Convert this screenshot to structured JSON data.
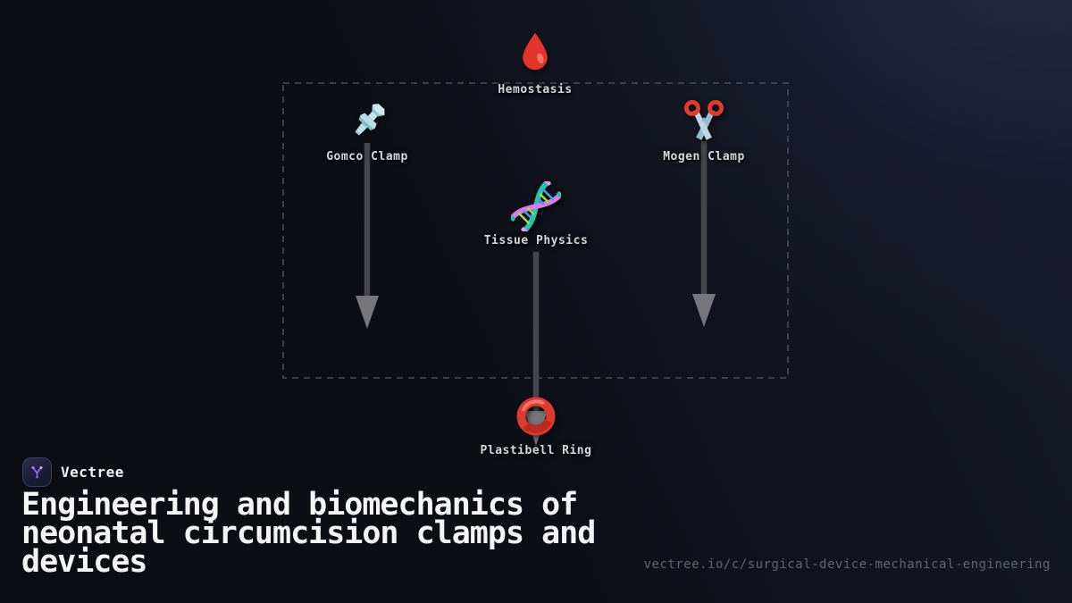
{
  "brand": {
    "name": "Vectree",
    "logo_icon": "vectree-branch-icon"
  },
  "title": "Engineering and biomechanics of neonatal circumcision clamps and devices",
  "url": "vectree.io/c/surgical-device-mechanical-engineering",
  "diagram": {
    "frame": "dashed-rectangle",
    "nodes": [
      {
        "id": "hemostasis",
        "label": "Hemostasis",
        "icon": "blood-drop-icon"
      },
      {
        "id": "gomco-clamp",
        "label": "Gomco Clamp",
        "icon": "nut-and-bolt-icon"
      },
      {
        "id": "mogen-clamp",
        "label": "Mogen Clamp",
        "icon": "scissors-icon"
      },
      {
        "id": "tissue-physics",
        "label": "Tissue Physics",
        "icon": "dna-icon"
      },
      {
        "id": "plastibell-ring",
        "label": "Plastibell Ring",
        "icon": "red-ring-icon"
      }
    ],
    "arrows": [
      {
        "from": "gomco-clamp",
        "direction": "down"
      },
      {
        "from": "mogen-clamp",
        "direction": "down"
      },
      {
        "from": "tissue-physics",
        "to": "plastibell-ring",
        "direction": "down"
      }
    ]
  },
  "colors": {
    "background": "#0c0d12",
    "background_glow": "#1a1d31",
    "dashed_border": "#4b4c54",
    "arrow_shaft": "#45464b",
    "arrow_head": "#77777c",
    "node_label": "#d6d7da",
    "title_text": "#f4f4f6",
    "url_text": "#63666e",
    "brand_purple": "#a06ae8",
    "drop_red": "#e3342c",
    "ring_red": "#dd3a30",
    "steel_blue": "#a9d8e4",
    "dna_pink": "#d97ce4",
    "dna_teal": "#28c4a8"
  }
}
